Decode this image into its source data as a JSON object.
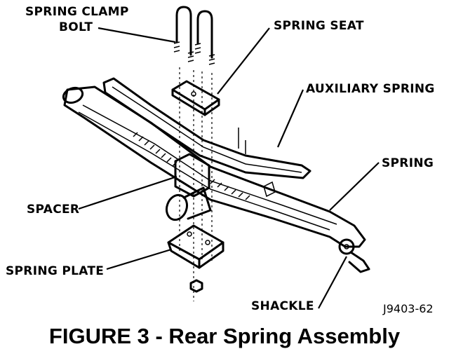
{
  "labels": {
    "spring_clamp_bolt_line1": "SPRING CLAMP",
    "spring_clamp_bolt_line2": "BOLT",
    "spring_seat": "SPRING SEAT",
    "auxiliary_spring": "AUXILIARY SPRING",
    "spring": "SPRING",
    "spacer": "SPACER",
    "spring_plate": "SPRING PLATE",
    "shackle": "SHACKLE"
  },
  "figure_code": "J9403-62",
  "caption": "FIGURE 3 - Rear Spring Assembly",
  "colors": {
    "ink": "#000000",
    "background": "#ffffff"
  }
}
